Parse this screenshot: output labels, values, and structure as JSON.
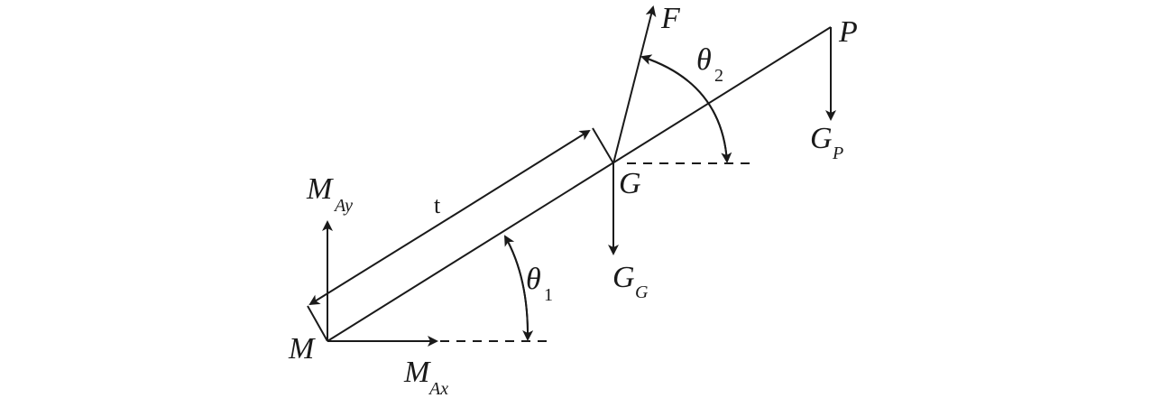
{
  "labels": {
    "force_applied": "F",
    "point_end": "P",
    "angle_2": "θ",
    "angle_2_sub": "2",
    "weight_end": "G",
    "weight_end_sub": "P",
    "center_of_gravity": "G",
    "moment_vertical": "M",
    "moment_vertical_sub": "Ay",
    "length": "t",
    "angle_1": "θ",
    "angle_1_sub": "1",
    "weight_center": "G",
    "weight_center_sub": "G",
    "base_point": "M",
    "moment_horizontal": "M",
    "moment_horizontal_sub": "Ax"
  },
  "colors": {
    "ink": "#1a1a1a",
    "background": "#ffffff"
  }
}
